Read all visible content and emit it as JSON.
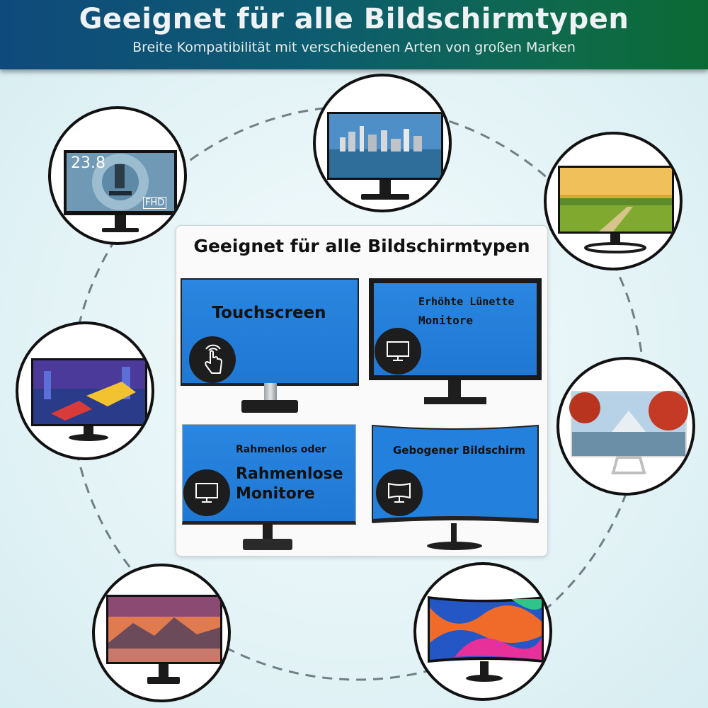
{
  "header": {
    "title": "Geeignet für alle Bildschirmtypen",
    "subtitle": "Breite Kompatibilität mit verschiedenen Arten von großen Marken"
  },
  "panel": {
    "title": "Geeignet für alle Bildschirmtypen",
    "tiles": [
      {
        "label": "Touchscreen",
        "icon": "touch-hand-icon"
      },
      {
        "label_line1": "Erhöhte Lünette",
        "label_line2": "Monitore",
        "icon": "monitor-icon"
      },
      {
        "label_small": "Rahmenlos oder",
        "label_big1": "Rahmenlose",
        "label_big2": "Monitore",
        "icon": "monitor-icon"
      },
      {
        "label": "Gebogener Bildschirm",
        "icon": "curved-monitor-icon"
      }
    ]
  },
  "bubbles": {
    "top_left_size": "23.8",
    "top_left_badge": "FHD"
  },
  "colors": {
    "banner_start": "#0f4a7c",
    "banner_end": "#0b6a34",
    "screen_blue": "#1f78d4",
    "bubble_border": "#111111"
  }
}
